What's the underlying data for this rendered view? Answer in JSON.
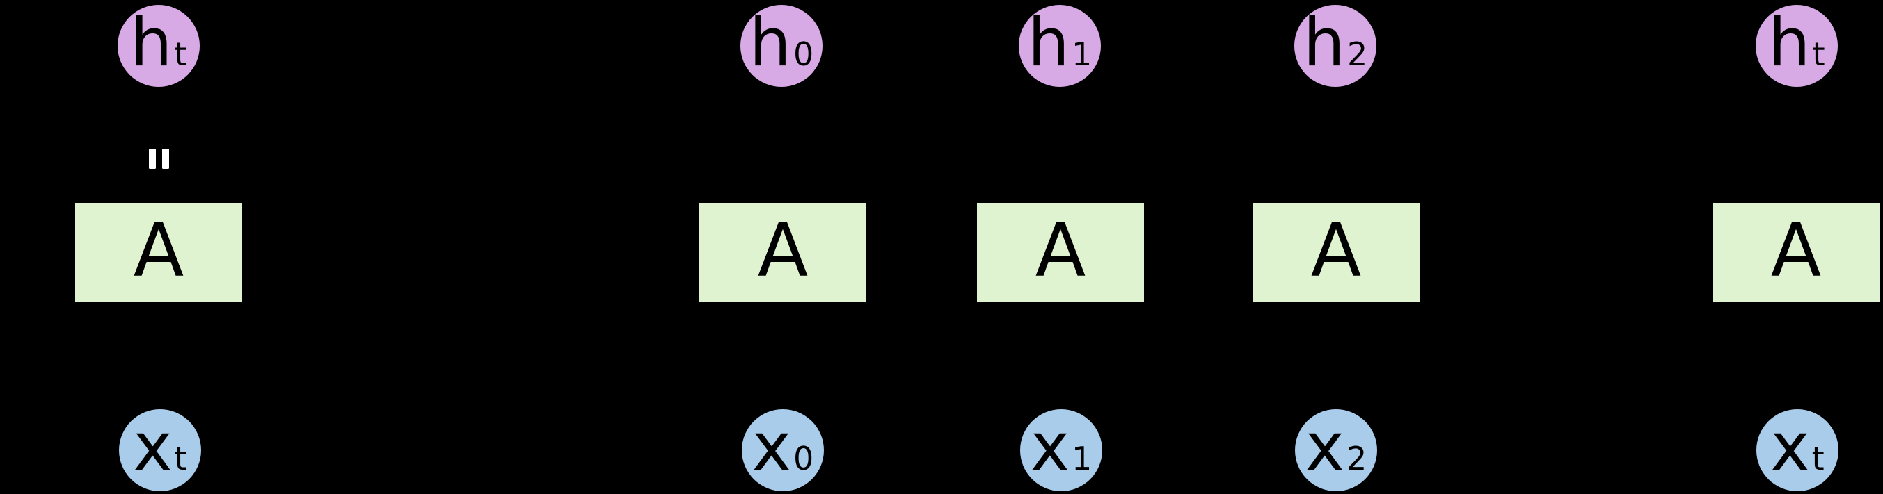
{
  "colors": {
    "background": "#000000",
    "hidden_node": "#d7a9e5",
    "input_node": "#a9cceb",
    "cell": "#dff3d1",
    "node_text": "#000000",
    "equals_mark": "#ffffff"
  },
  "icons": {
    "equals_mark": "rotated-equals-icon"
  },
  "rolled": {
    "h": {
      "base": "h",
      "sub": "t"
    },
    "cell": "A",
    "x": {
      "base": "x",
      "sub": "t"
    }
  },
  "unrolled": [
    {
      "h": {
        "base": "h",
        "sub": "0"
      },
      "cell": "A",
      "x": {
        "base": "x",
        "sub": "0"
      }
    },
    {
      "h": {
        "base": "h",
        "sub": "1"
      },
      "cell": "A",
      "x": {
        "base": "x",
        "sub": "1"
      }
    },
    {
      "h": {
        "base": "h",
        "sub": "2"
      },
      "cell": "A",
      "x": {
        "base": "x",
        "sub": "2"
      }
    },
    {
      "h": {
        "base": "h",
        "sub": "t"
      },
      "cell": "A",
      "x": {
        "base": "x",
        "sub": "t"
      }
    }
  ]
}
